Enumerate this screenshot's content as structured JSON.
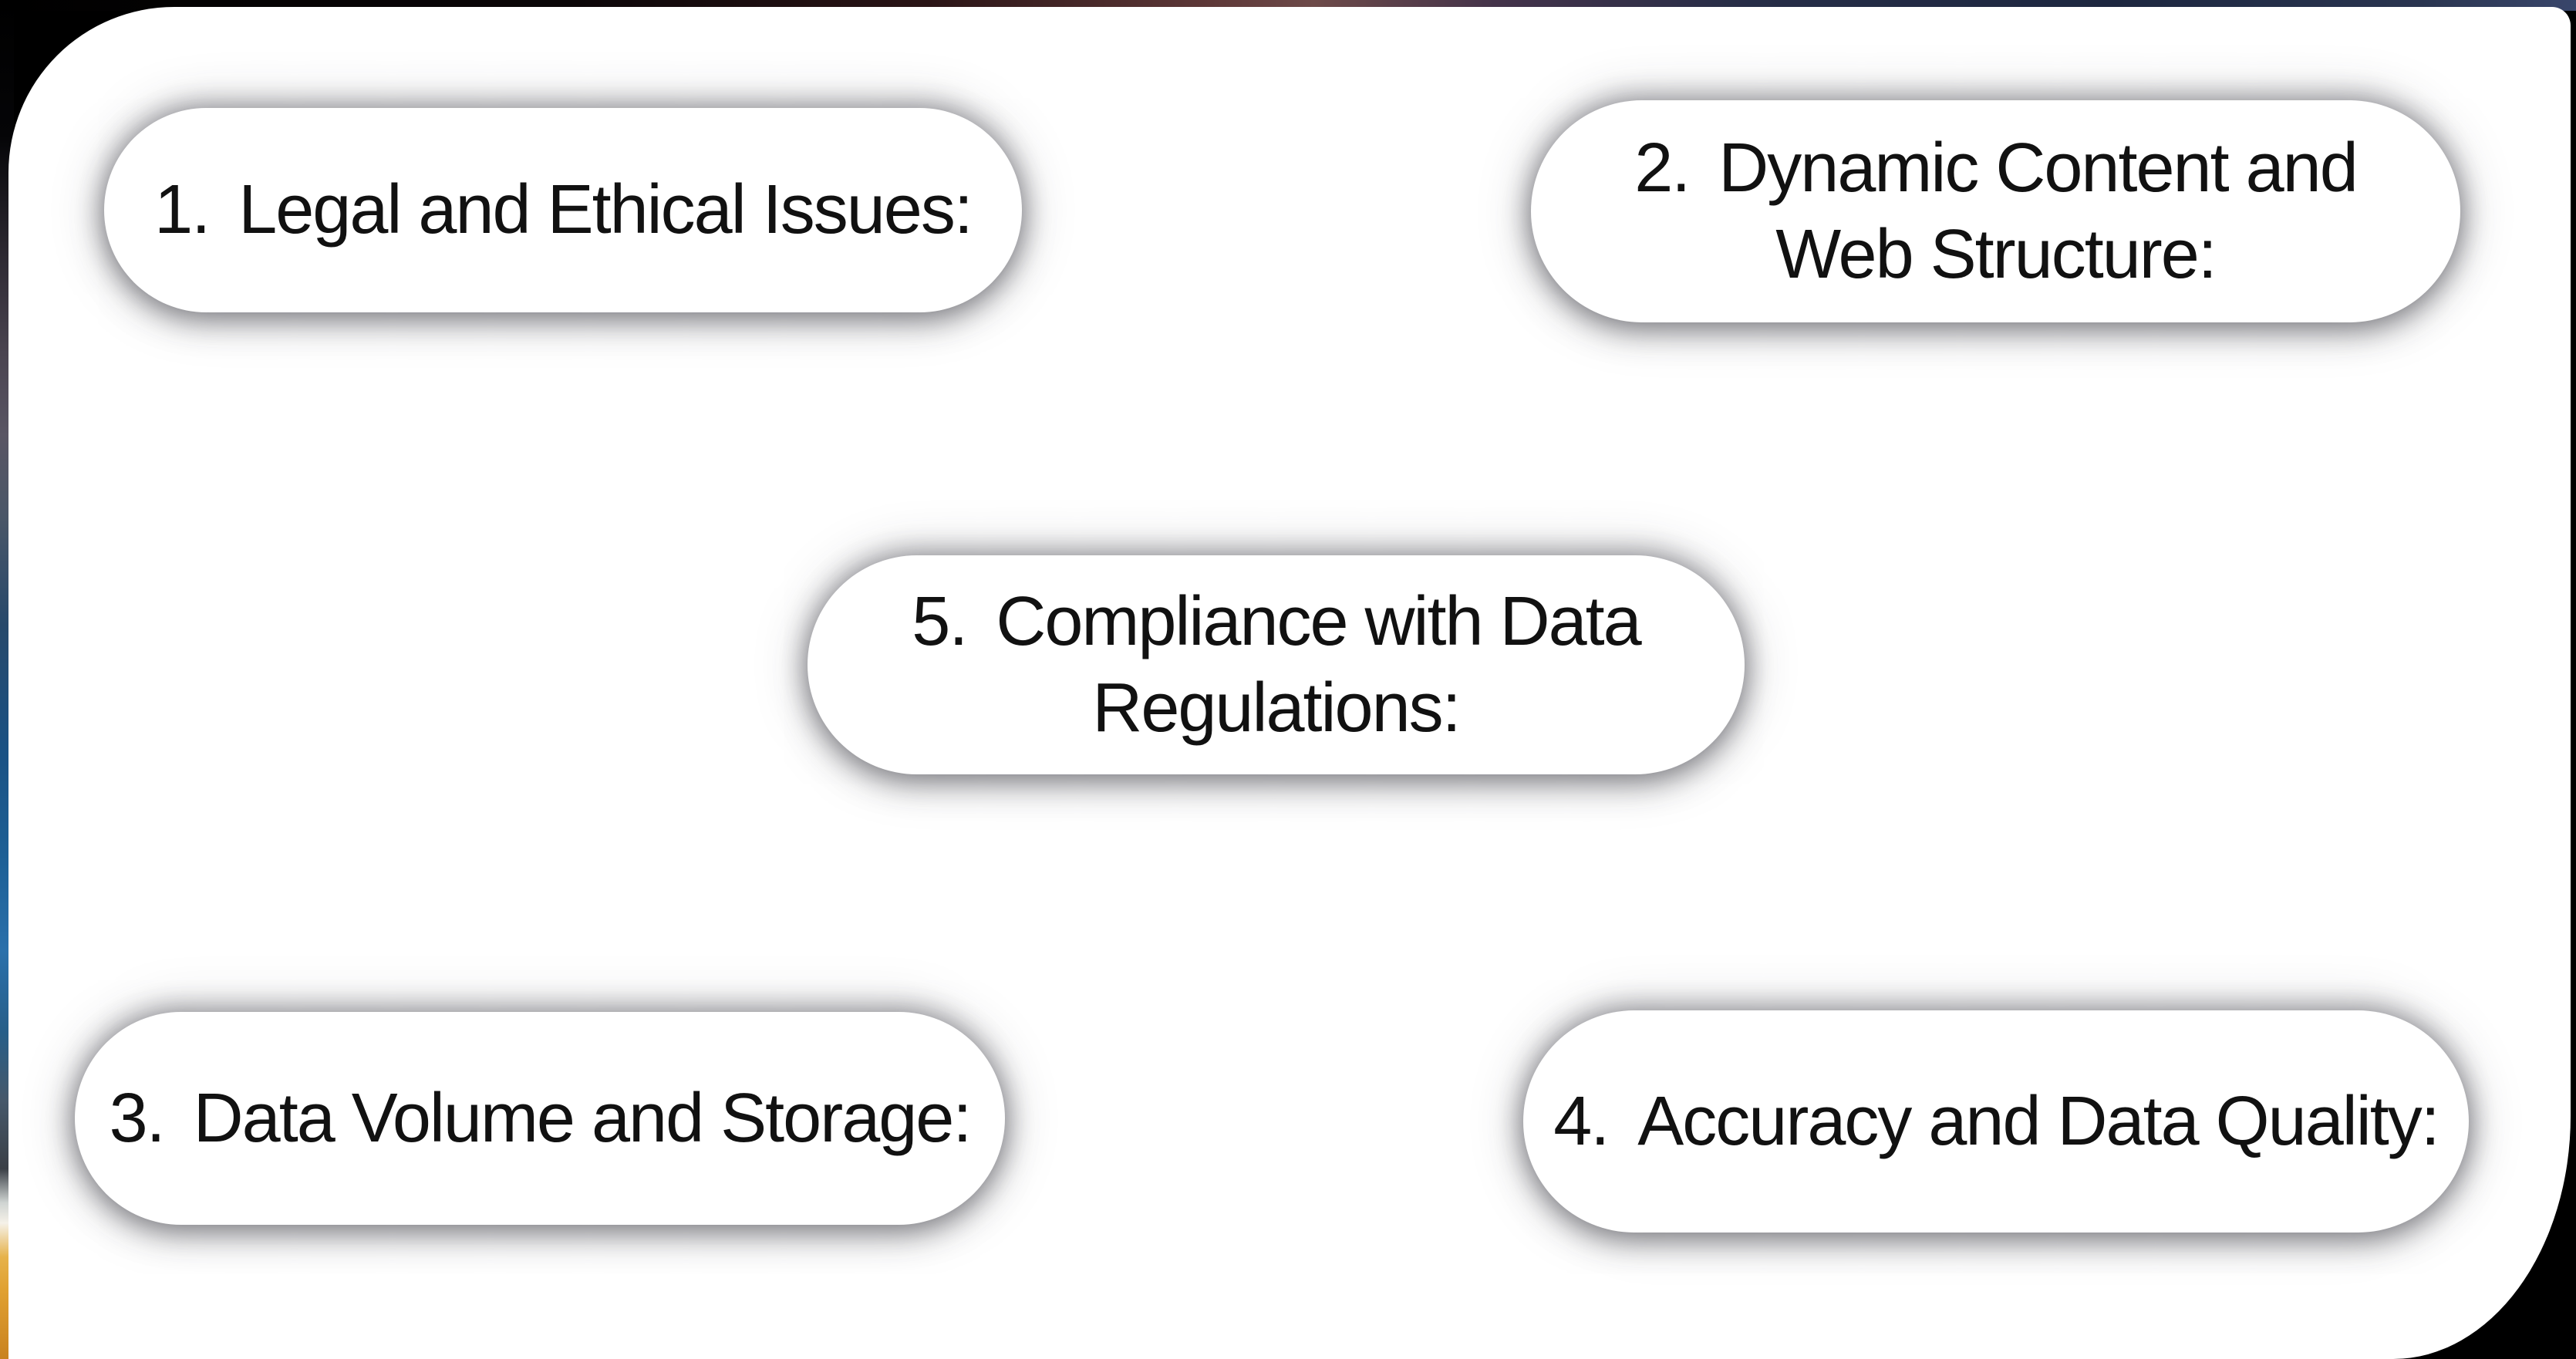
{
  "slide": {
    "kind": "numbered-topic-pills",
    "pill_count": 5
  },
  "pills": [
    {
      "number": "1.",
      "line1": "Legal and Ethical Issues:",
      "line2": ""
    },
    {
      "number": "2.",
      "line1": "Dynamic Content and",
      "line2": "Web Structure:"
    },
    {
      "number": "3.",
      "line1": "Data Volume and Storage:",
      "line2": ""
    },
    {
      "number": "4.",
      "line1": "Accuracy and Data Quality:",
      "line2": ""
    },
    {
      "number": "5.",
      "line1": "Compliance with Data",
      "line2": "Regulations:"
    }
  ],
  "colors": {
    "card_background": "#ffffff",
    "pill_background": "#ffffff",
    "pill_text": "#111111",
    "pill_shadow": "#34343c",
    "frame_black": "#000000",
    "frame_top_navy": "#232c44",
    "frame_top_maroon": "#6d4a49",
    "frame_left_blue": "#1d5f95",
    "frame_left_white": "#f5f1e8",
    "frame_left_orange": "#e0a030"
  }
}
